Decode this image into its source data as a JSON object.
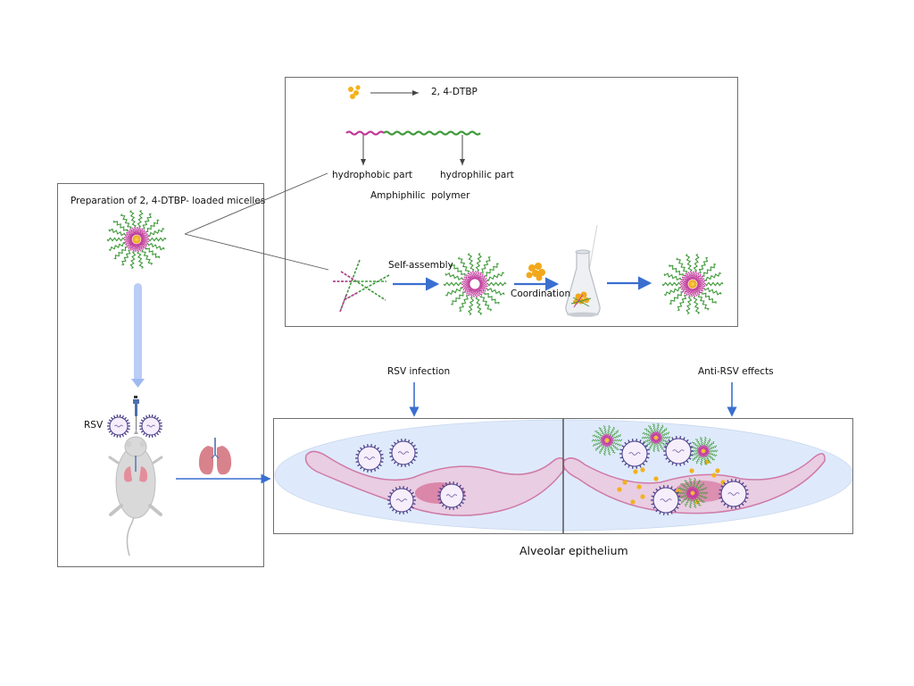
{
  "diagram": {
    "legend": {
      "drug_label": "2, 4-DTBP",
      "hydrophobic_label": "hydrophobic part",
      "hydrophilic_label": "hydrophilic part",
      "polymer_label": "Amphiphilic  polymer"
    },
    "process": {
      "self_assembly_label": "Self-assembly",
      "coordination_label": "Coordination"
    },
    "preparation": {
      "title": "Preparation of 2, 4-DTBP- loaded micelles",
      "virus_label": "RSV"
    },
    "epithelium": {
      "infection_label": "RSV infection",
      "effects_label": "Anti-RSV effects",
      "caption": "Alveolar epithelium"
    },
    "colors": {
      "hydrophobic": "#c0399a",
      "hydrophilic": "#3f9a3a",
      "drug": "#f2b21b",
      "arrow_blue": "#3a6fd0",
      "arrow_light": "#b9cdf5",
      "cell_fill": "#e9cde2",
      "cell_stroke": "#cf7aa8",
      "nucleus": "#d77aa0",
      "alveolus_bg": "#deeafb",
      "virus_stroke": "#4a3f8a",
      "virus_fill": "#f6eefb",
      "lung": "#d8828c",
      "mouse": "#d6d6d6"
    }
  }
}
